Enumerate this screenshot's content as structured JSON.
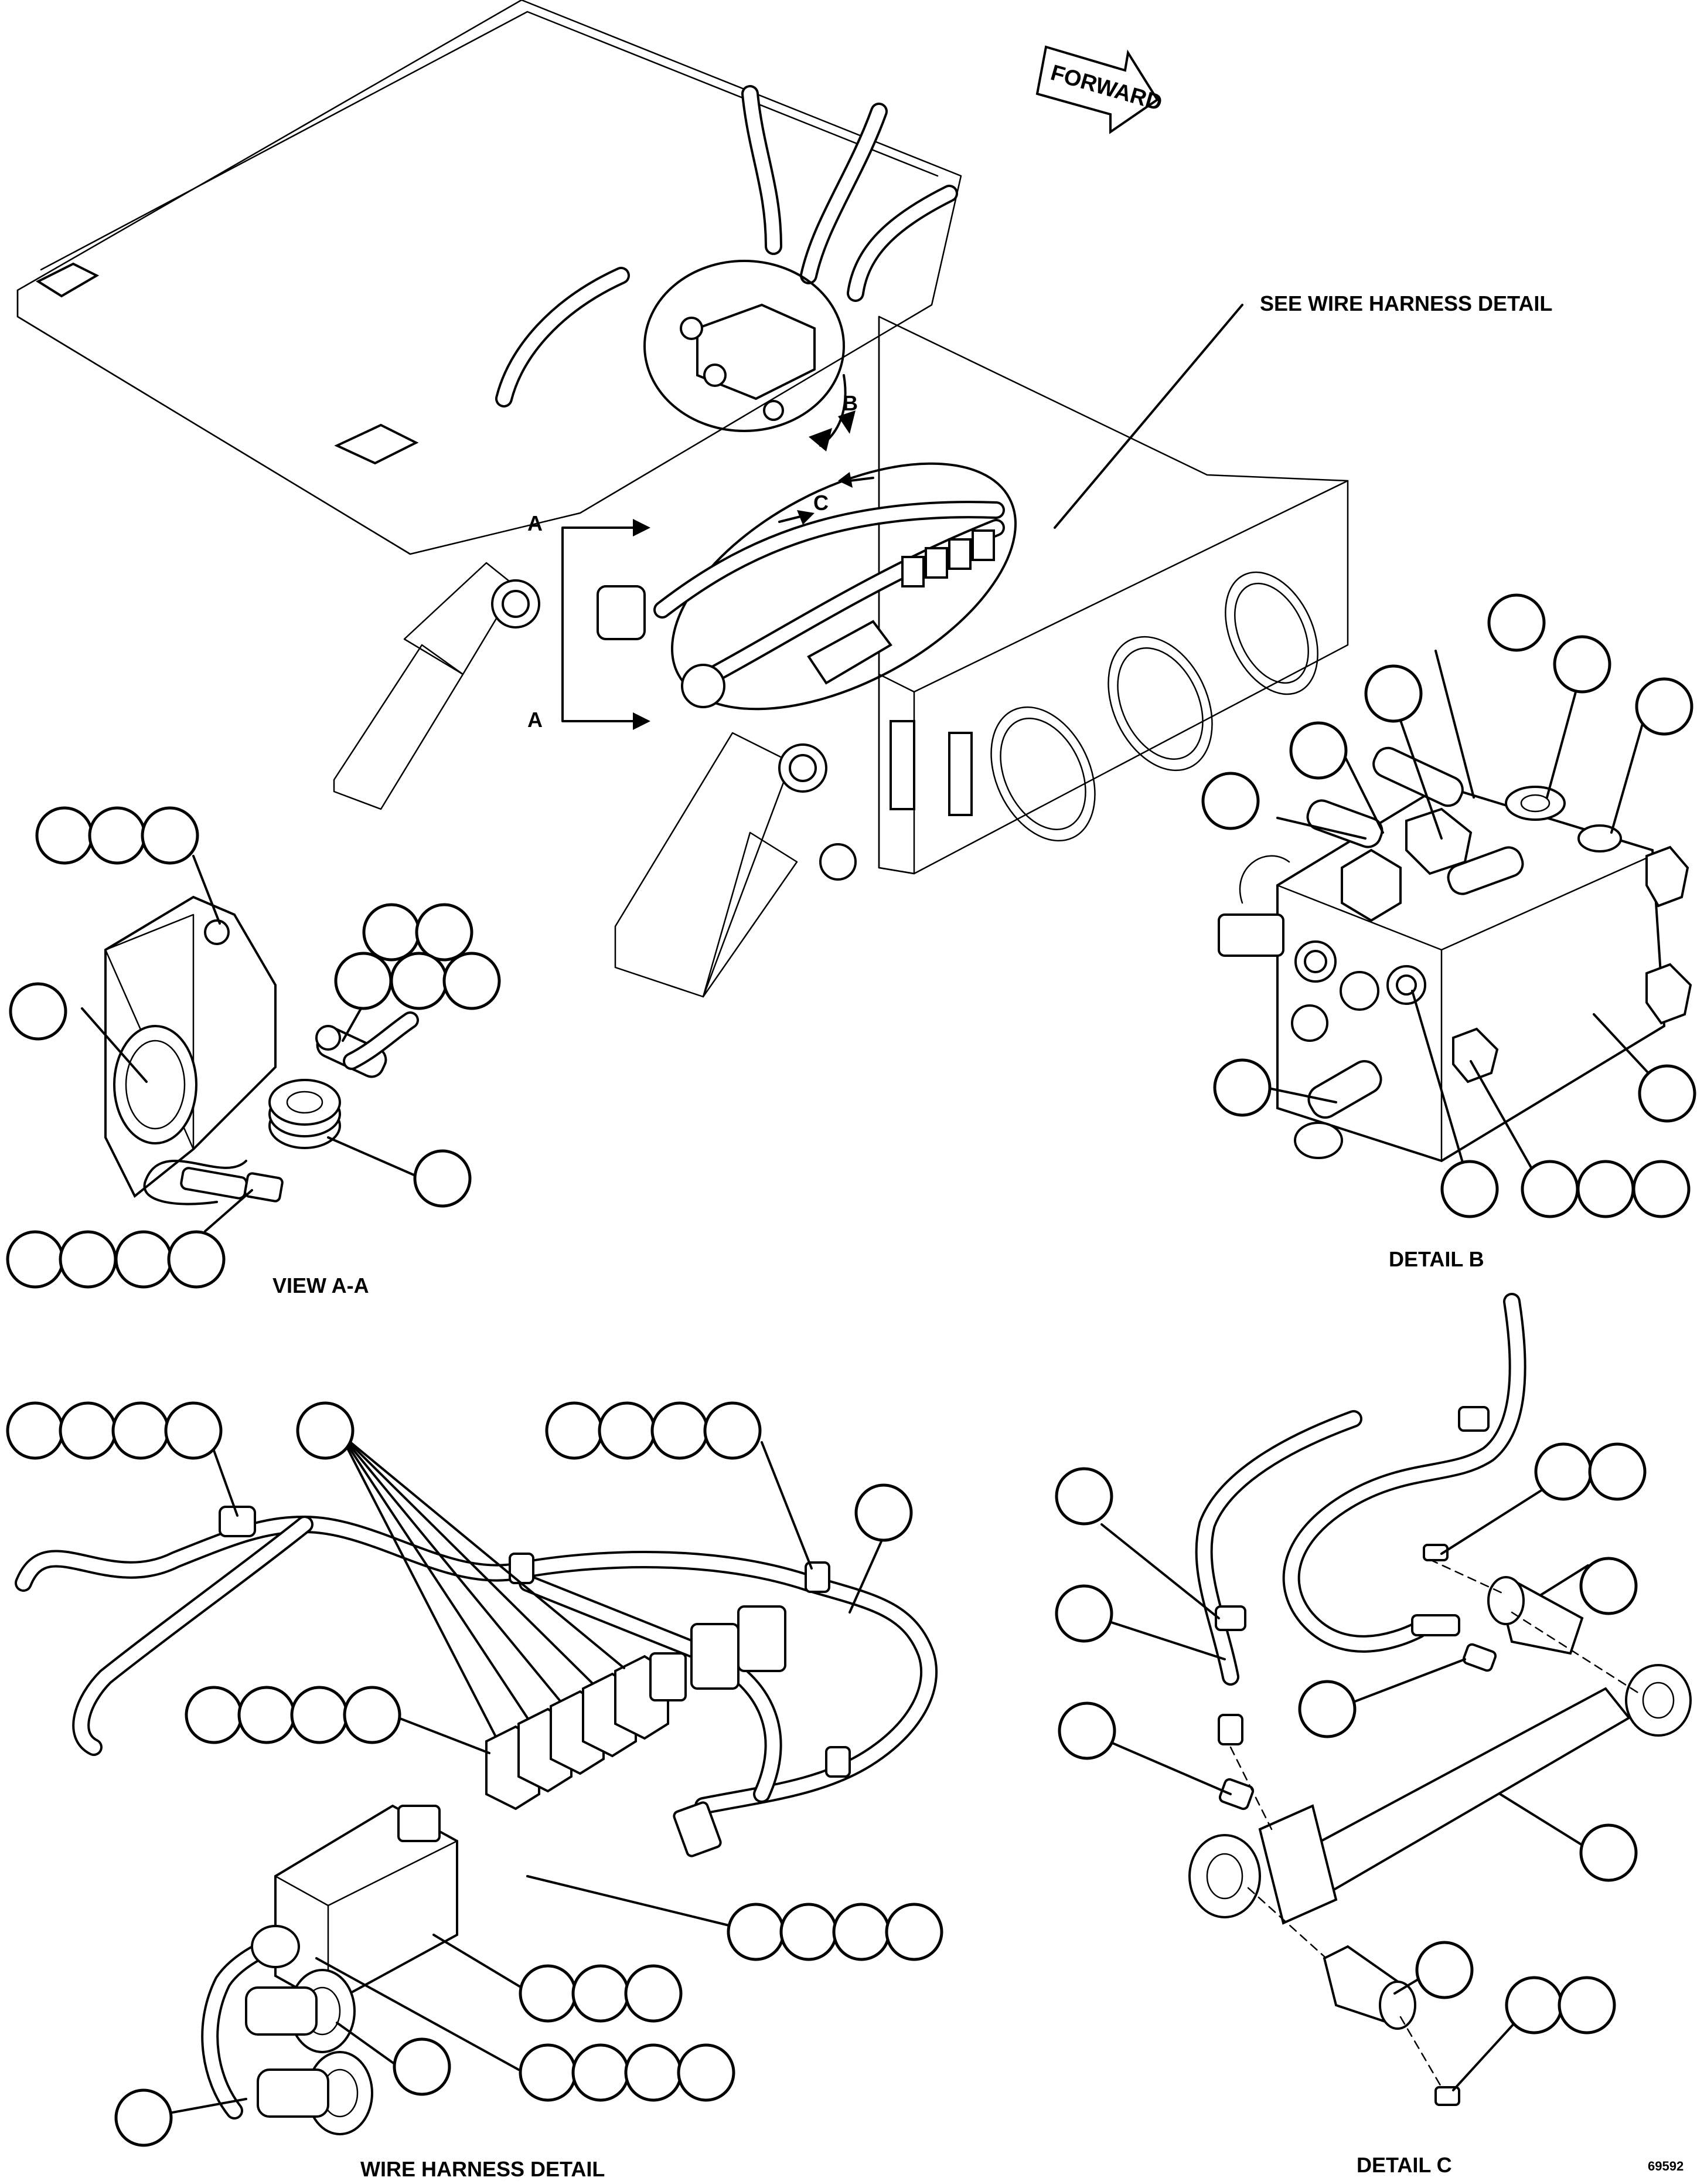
{
  "labels": {
    "forward": "FORWARD",
    "see_wire_harness_detail": "SEE WIRE HARNESS DETAIL",
    "view_aa": "VIEW A-A",
    "detail_b": "DETAIL B",
    "detail_c": "DETAIL C",
    "wire_harness_detail": "WIRE HARNESS DETAIL",
    "section_a_top": "A",
    "section_a_bottom": "A",
    "callout_b": "B",
    "callout_c": "C",
    "drawing_number": "69592"
  }
}
